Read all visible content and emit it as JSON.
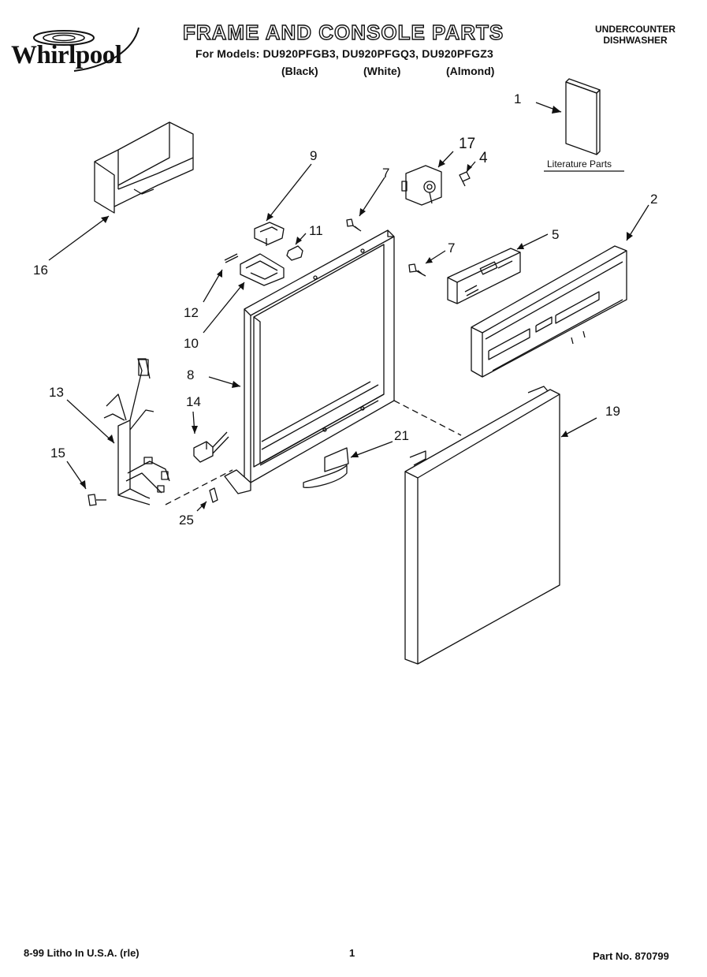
{
  "header": {
    "brand": "Whirlpool",
    "title": "FRAME AND CONSOLE PARTS",
    "models": "For Models: DU920PFGB3, DU920PFGQ3, DU920PFGZ3",
    "colors": [
      "(Black)",
      "(White)",
      "(Almond)"
    ],
    "product_line1": "UNDERCOUNTER",
    "product_line2": "DISHWASHER"
  },
  "callouts": {
    "c1": "1",
    "c17": "17",
    "c4": "4",
    "c2": "2",
    "c9": "9",
    "c7a": "7",
    "c7b": "7",
    "c5": "5",
    "c11": "11",
    "c16": "16",
    "c12": "12",
    "c10": "10",
    "c8": "8",
    "c13": "13",
    "c14": "14",
    "c15": "15",
    "c25": "25",
    "c21": "21",
    "c19": "19"
  },
  "literature_label": "Literature Parts",
  "footer": {
    "left": "8-99 Litho In U.S.A. (rle)",
    "page": "1",
    "part_no": "Part No. 870799"
  }
}
